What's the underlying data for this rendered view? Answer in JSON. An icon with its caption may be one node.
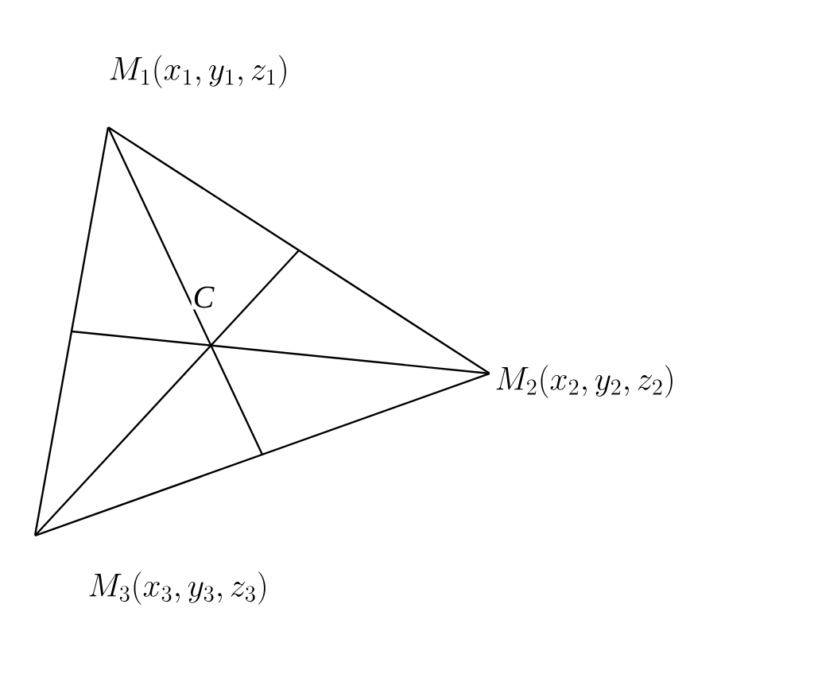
{
  "diagram": {
    "nodes": [
      {
        "text": [],
        "shape": "point",
        "beside": [
          "M_1(x_1, y_1, z_1)"
        ]
      },
      {
        "text": [],
        "shape": "point",
        "beside": [
          "M_2(x_2, y_2, z_2)"
        ]
      },
      {
        "text": [],
        "shape": "point",
        "beside": [
          "M_3(x_3, y_3, z_3)"
        ]
      }
    ],
    "edges": [
      {
        "from": 0,
        "to": 1,
        "arrow": "none"
      },
      {
        "from": 1,
        "to": 2,
        "arrow": "none"
      },
      {
        "from": 2,
        "to": 0,
        "arrow": "none"
      }
    ],
    "labels": [
      "C"
    ]
  }
}
